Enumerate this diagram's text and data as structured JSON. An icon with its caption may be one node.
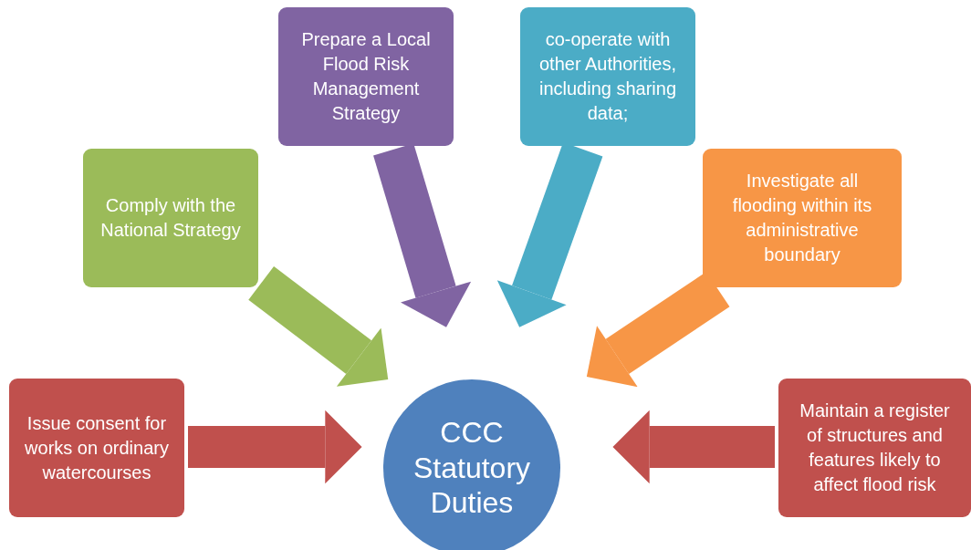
{
  "diagram": {
    "nodes": [
      {
        "text": [
          "Prepare a Local Flood Risk Management Strategy"
        ]
      },
      {
        "text": [
          "co-operate with other Authorities, including sharing data;"
        ]
      },
      {
        "text": [
          "Comply with the National Strategy"
        ]
      },
      {
        "text": [
          "Investigate all flooding within its administrative boundary"
        ]
      },
      {
        "text": [
          "Issue consent for works on ordinary watercourses"
        ]
      },
      {
        "text": [
          "CCC Statutory Duties"
        ]
      },
      {
        "text": [
          "Maintain a register of structures and features likely to affect flood risk"
        ]
      }
    ],
    "edges": [
      {
        "from": 0,
        "to": 5,
        "arrow": "to",
        "color": "#8064a2"
      },
      {
        "from": 1,
        "to": 5,
        "arrow": "to",
        "color": "#4bacc6"
      },
      {
        "from": 2,
        "to": 5,
        "arrow": "to",
        "color": "#9bbb59"
      },
      {
        "from": 3,
        "to": 5,
        "arrow": "to",
        "color": "#f79646"
      },
      {
        "from": 4,
        "to": 5,
        "arrow": "to",
        "color": "#c0504d"
      },
      {
        "from": 6,
        "to": 5,
        "arrow": "to",
        "color": "#c0504d"
      }
    ]
  }
}
